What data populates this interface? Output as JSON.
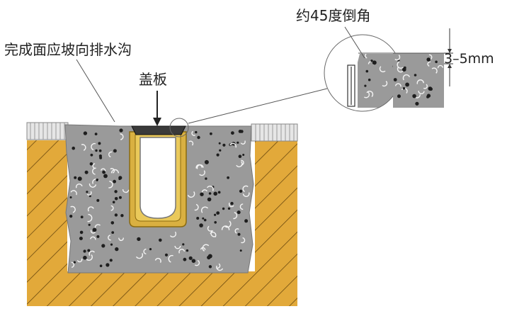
{
  "labels": {
    "surface": "完成面应坡向排水沟",
    "cover": "盖板",
    "chamfer": "约45度倒角",
    "dimension": "3–5mm"
  },
  "colors": {
    "soil": "#E2A93A",
    "concrete": "#9A9A9A",
    "trench_body": "#D9B041",
    "cover_plate": "#3A3A3A",
    "pavement": "#DCDCDC"
  }
}
